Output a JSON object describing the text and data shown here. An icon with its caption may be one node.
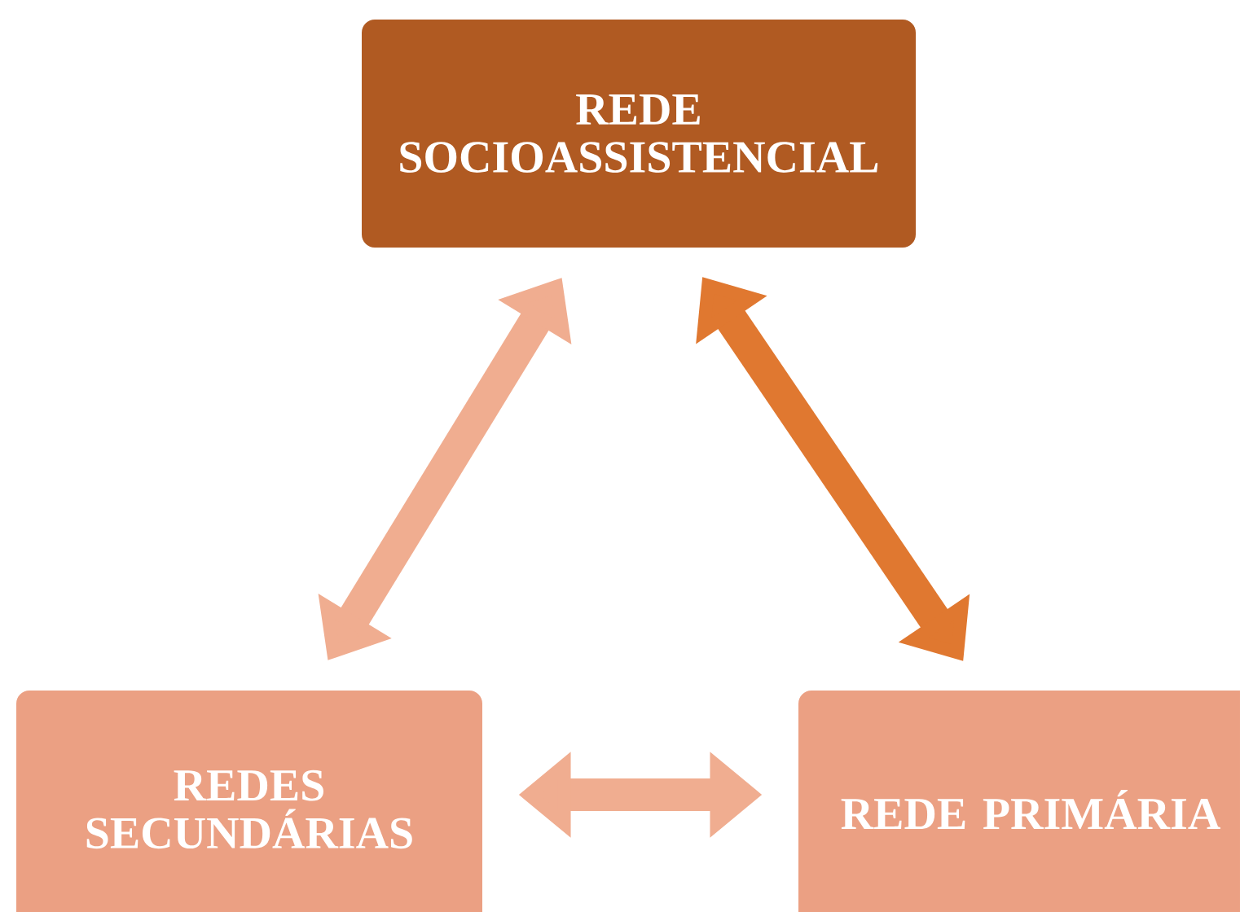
{
  "diagram": {
    "nodes": [
      {
        "text": [
          "REDE SOCIOASSISTENCIAL"
        ]
      },
      {
        "text": [
          "REDES SECUNDÁRIAS"
        ]
      },
      {
        "text": [
          "REDE PRIMÁRIA"
        ]
      }
    ],
    "edges": [
      {
        "from": 1,
        "to": 0,
        "arrow": "both"
      },
      {
        "from": 0,
        "to": 2,
        "arrow": "both",
        "color": "#e07830"
      },
      {
        "from": 1,
        "to": 2,
        "arrow": "both"
      }
    ]
  }
}
